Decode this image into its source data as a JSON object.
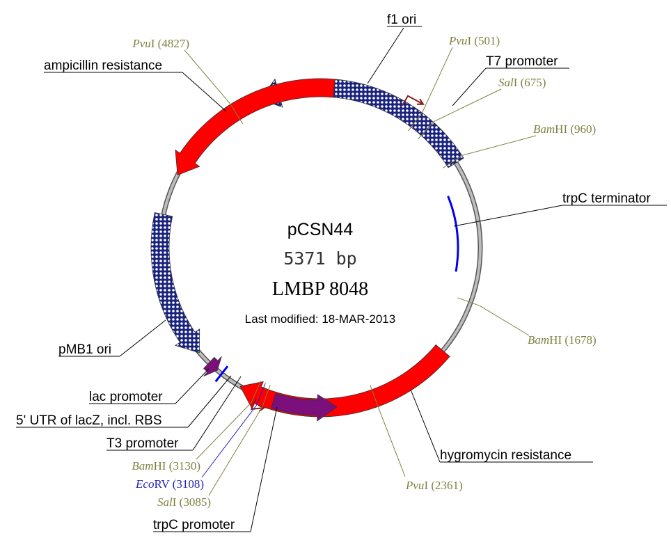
{
  "plasmid": {
    "name": "pCSN44",
    "size_label": "5371 bp",
    "size_bp": 5371,
    "collection_id": "LMBP 8048",
    "modified": "Last modified: 18-MAR-2013"
  },
  "colors": {
    "backbone": "#bdbdbd",
    "resistance": "#ff0000",
    "origin": "#1a237e",
    "promoter_purple": "#7b0f7b",
    "terminator": "#0000ee",
    "site_text": "#808040",
    "site_blue": "#2222bb",
    "promoter_arrow": "#8b1a1a"
  },
  "features": [
    {
      "id": "f1-ori",
      "label": "f1 ori",
      "kind": "origin",
      "start": -112,
      "end": -32,
      "arrow": "start"
    },
    {
      "id": "ampicillin-resistance",
      "label": "ampicillin resistance",
      "kind": "resistance",
      "start": -85,
      "end": -153,
      "arrow": "end"
    },
    {
      "id": "hygromycin-resistance",
      "label": "hygromycin resistance",
      "kind": "resistance",
      "start": 120,
      "end": 40,
      "arrow": "start"
    },
    {
      "id": "pmb1-ori",
      "label": "pMB1 ori",
      "kind": "origin",
      "start": -168,
      "end": -221,
      "arrow": "end"
    },
    {
      "id": "lac-promoter",
      "label": "lac promoter",
      "kind": "purple",
      "start": -226,
      "end": -230,
      "arrow": "end"
    },
    {
      "id": "trpc-promoter",
      "label": "trpC promoter",
      "kind": "purple",
      "start": -253,
      "end": -276,
      "arrow": "end"
    },
    {
      "id": "trpc-terminator",
      "label": "trpC terminator",
      "kind": "terminator",
      "start": 10,
      "end": -22,
      "arrow": "none"
    },
    {
      "id": "utr-lacz",
      "label": "5' UTR of lacZ, incl. RBS",
      "kind": "tick",
      "start": -232,
      "end": -232,
      "arrow": "none"
    },
    {
      "id": "t3-promoter",
      "label": "T3 promoter",
      "kind": "promoterarrow",
      "start": -247,
      "end": -247,
      "arrow": "none"
    },
    {
      "id": "t7-promoter",
      "label": "T7 promoter",
      "kind": "promoterarrow",
      "start": -60,
      "end": -60,
      "arrow": "none"
    }
  ],
  "sites": [
    {
      "id": "pvui-4827",
      "enzyme": "Pvu",
      "suffix": "I (4827)",
      "angle": -122,
      "blue": false
    },
    {
      "id": "pvui-501",
      "enzyme": "Pvu",
      "suffix": "I (501)",
      "angle": -53,
      "blue": false
    },
    {
      "id": "sali-675",
      "enzyme": "Sal",
      "suffix": "I (675)",
      "angle": -48,
      "blue": false
    },
    {
      "id": "bamhi-960",
      "enzyme": "Bam",
      "suffix": "HI (960)",
      "angle": -33,
      "blue": false
    },
    {
      "id": "bamhi-1678",
      "enzyme": "Bam",
      "suffix": "HI (1678)",
      "angle": 20,
      "blue": false
    },
    {
      "id": "pvui-2361",
      "enzyme": "Pvu",
      "suffix": "I (2361)",
      "angle": 70,
      "blue": false
    },
    {
      "id": "bamhi-3130",
      "enzyme": "Bam",
      "suffix": "HI (3130)",
      "angle": 114,
      "blue": false
    },
    {
      "id": "ecorv-3108",
      "enzyme": "Eco",
      "suffix": "RV (3108)",
      "angle": 112,
      "blue": true
    },
    {
      "id": "sali-3085",
      "enzyme": "Sal",
      "suffix": "I (3085)",
      "angle": 110,
      "blue": false
    }
  ]
}
